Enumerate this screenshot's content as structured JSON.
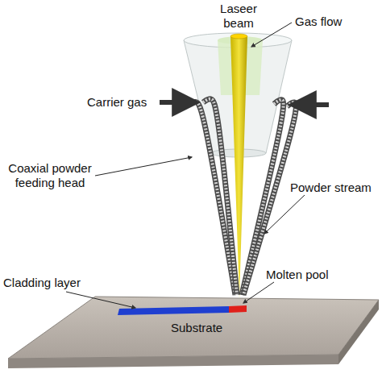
{
  "diagram": {
    "labels": [
      "Laseer beam",
      "Gas flow",
      "Carrier gas",
      "Coaxial powder feeding head",
      "Powder stream",
      "Cladding layer",
      "Molten pool",
      "Substrate"
    ]
  }
}
